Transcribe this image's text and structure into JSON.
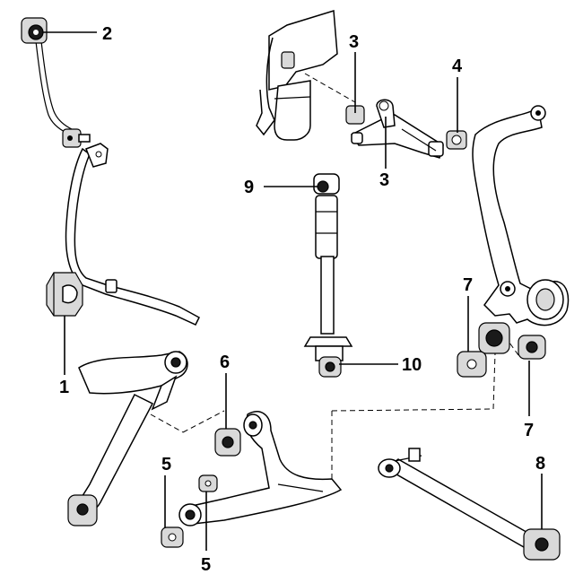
{
  "callouts": {
    "c1": "1",
    "c2": "2",
    "c3a": "3",
    "c3b": "3",
    "c4": "4",
    "c5a": "5",
    "c5b": "5",
    "c6": "6",
    "c7a": "7",
    "c7b": "7",
    "c8": "8",
    "c9": "9",
    "c10": "10"
  }
}
